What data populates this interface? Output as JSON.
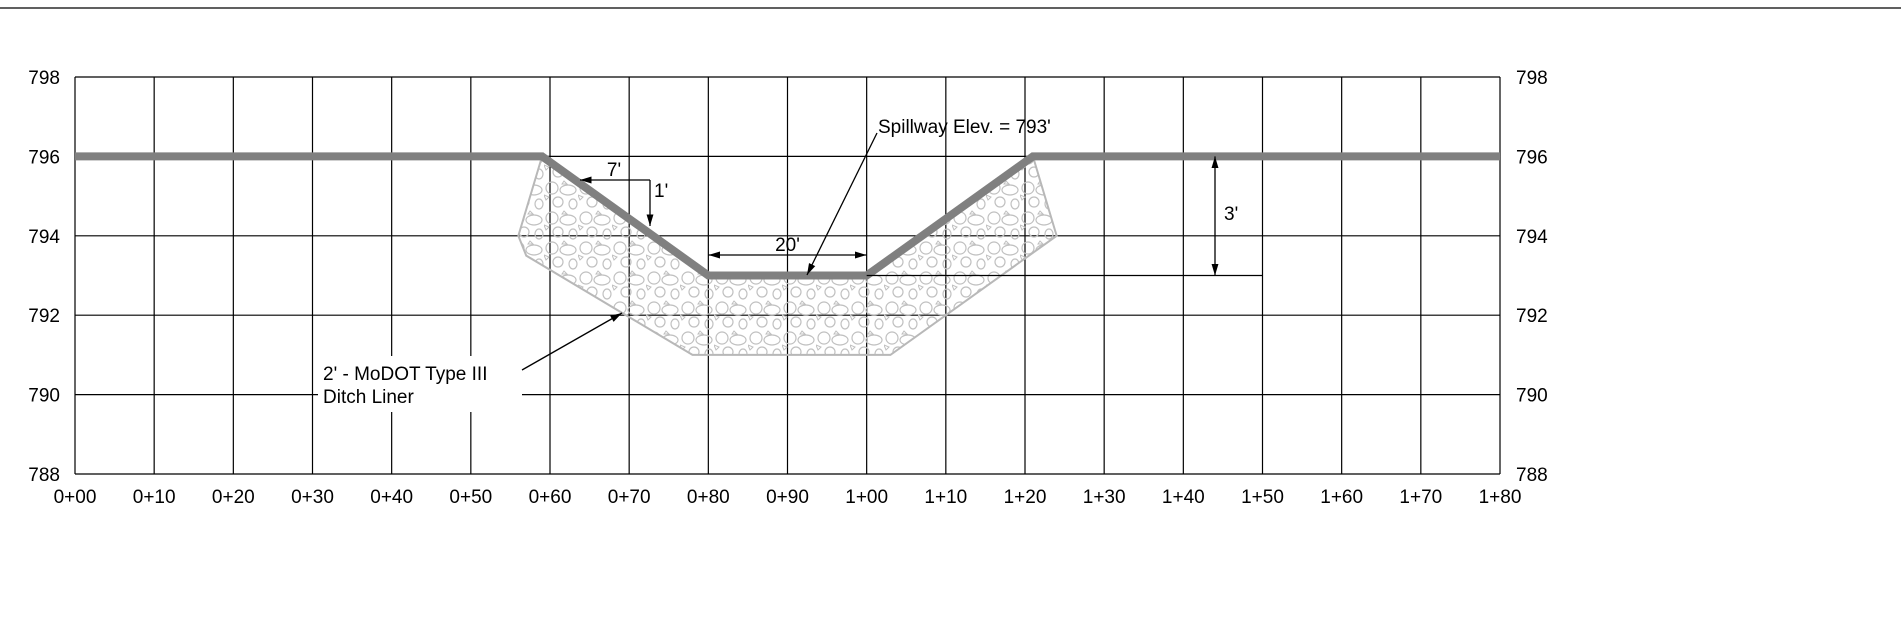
{
  "chart_data": {
    "type": "line",
    "title": "",
    "xlabel": "",
    "ylabel": "",
    "x_range": [
      0,
      180
    ],
    "y_range": [
      788,
      798
    ],
    "x_tick_values": [
      0,
      10,
      20,
      30,
      40,
      50,
      60,
      70,
      80,
      90,
      100,
      110,
      120,
      130,
      140,
      150,
      160,
      170,
      180
    ],
    "x_tick_labels": [
      "0+00",
      "0+10",
      "0+20",
      "0+30",
      "0+40",
      "0+50",
      "0+60",
      "0+70",
      "0+80",
      "0+90",
      "1+00",
      "1+10",
      "1+20",
      "1+30",
      "1+40",
      "1+50",
      "1+60",
      "1+70",
      "1+80"
    ],
    "y_tick_values": [
      788,
      790,
      792,
      794,
      796,
      798
    ],
    "y_tick_labels": [
      "788",
      "790",
      "792",
      "794",
      "796",
      "798"
    ],
    "grid": true,
    "series": [
      {
        "x": [
          0,
          59,
          80,
          100,
          121,
          180
        ],
        "y": [
          796,
          796,
          793,
          793,
          796,
          796
        ]
      }
    ],
    "liner_outline": {
      "x": [
        59,
        56,
        57,
        78,
        103,
        124,
        121,
        100,
        80,
        59
      ],
      "y": [
        796,
        794,
        793.5,
        791,
        791,
        794,
        796,
        793,
        793,
        796
      ]
    },
    "annotations": {
      "spillway": "Spillway Elev. = 793'",
      "bottom_width": "20'",
      "slope_run": "7'",
      "slope_rise": "1'",
      "depth": "3'",
      "liner_line1": "2' - MoDOT Type III",
      "liner_line2": "Ditch Liner"
    }
  },
  "colors": {
    "grid": "#000000",
    "ground_line": "#808080",
    "liner": "#b8b8b8",
    "text": "#000000"
  }
}
